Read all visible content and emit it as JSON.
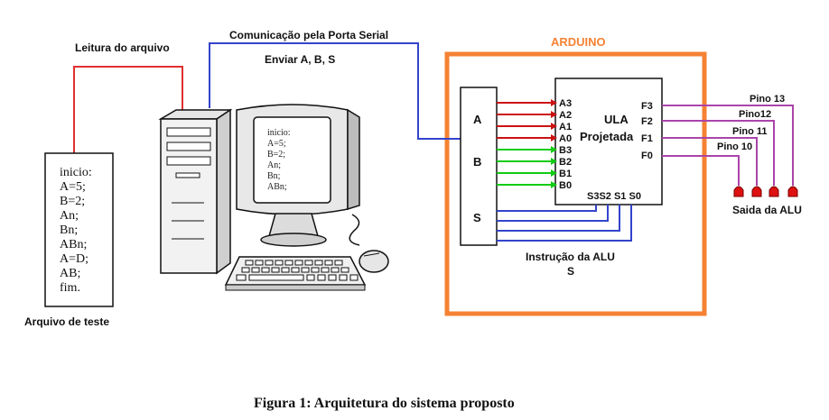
{
  "labels": {
    "read_file": "Leitura do arquivo",
    "serial_comm": "Comunicação pela Porta Serial",
    "send_abs": "Enviar A, B, S",
    "arduino": "ARDUINO",
    "test_file": "Arquivo de teste",
    "alu_instruction": "Instrução da ALU",
    "alu_instruction_s": "S",
    "alu_output": "Saida da ALU",
    "caption": "Figura 1: Arquitetura do sistema proposto"
  },
  "test_file_lines": [
    "inicio:",
    "A=5;",
    "B=2;",
    "An;",
    "Bn;",
    "ABn;",
    "A=D;",
    "AB;",
    "fim."
  ],
  "monitor_lines": [
    "inicio:",
    "A=5;",
    "B=2;",
    "An;",
    "Bn;",
    "ABn;"
  ],
  "bus": {
    "a": "A",
    "b": "B",
    "s": "S"
  },
  "alu": {
    "title_line1": "ULA",
    "title_line2": "Projetada",
    "inputs": [
      "A3",
      "A2",
      "A1",
      "A0",
      "B3",
      "B2",
      "B1",
      "B0"
    ],
    "select": "S3S2 S1 S0",
    "outputs": [
      "F3",
      "F2",
      "F1",
      "F0"
    ]
  },
  "pins": [
    "Pino 13",
    "Pino12",
    "Pino 11",
    "Pino 10"
  ],
  "colors": {
    "arduino_border": "#f58233",
    "arduino_label": "#f58233",
    "read_wire": "#e03030",
    "serial_wire": "#3344cc",
    "a_lines": "#cc1111",
    "b_lines": "#11cc11",
    "s_lines": "#3344cc",
    "f_lines": "#aa44aa",
    "led": "#dd1111"
  }
}
